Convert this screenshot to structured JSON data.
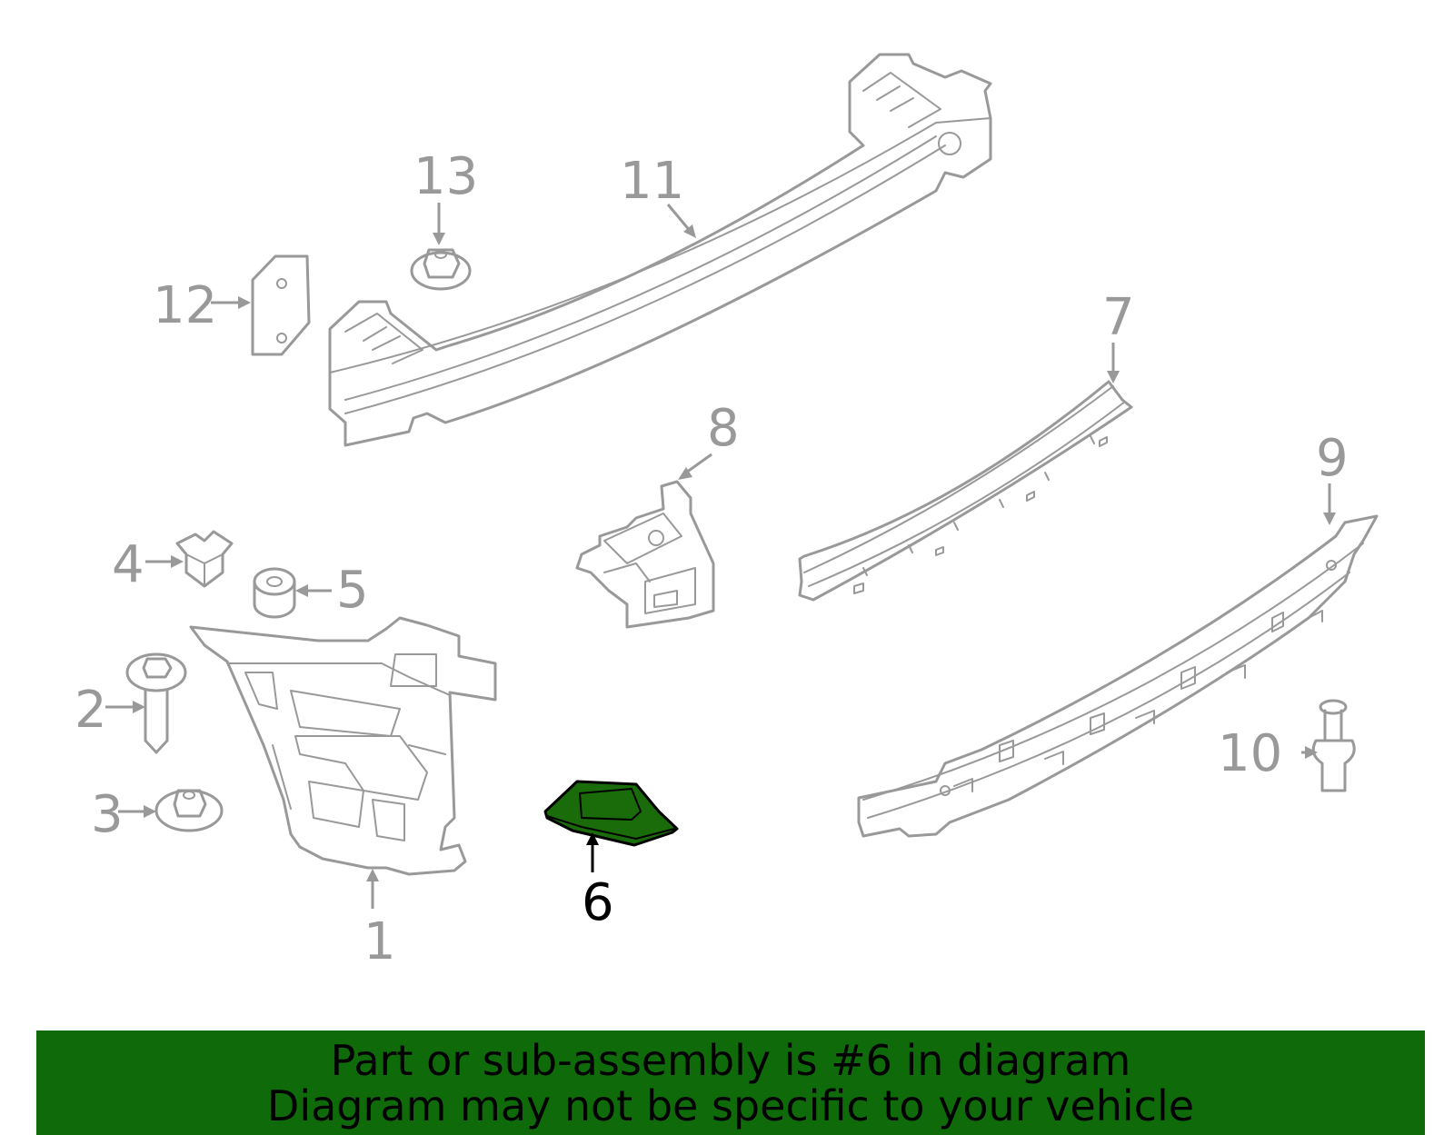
{
  "diagram": {
    "callouts": {
      "c1": "1",
      "c2": "2",
      "c3": "3",
      "c4": "4",
      "c5": "5",
      "c6": "6",
      "c7": "7",
      "c8": "8",
      "c9": "9",
      "c10": "10",
      "c11": "11",
      "c12": "12",
      "c13": "13"
    },
    "highlighted_part": "6",
    "highlight_color": "#1a6b0a",
    "line_color": "#999999"
  },
  "banner": {
    "line1": "Part or sub-assembly is #6 in diagram",
    "line2": "Diagram may not be specific to your vehicle",
    "background": "#0f6b0a"
  }
}
